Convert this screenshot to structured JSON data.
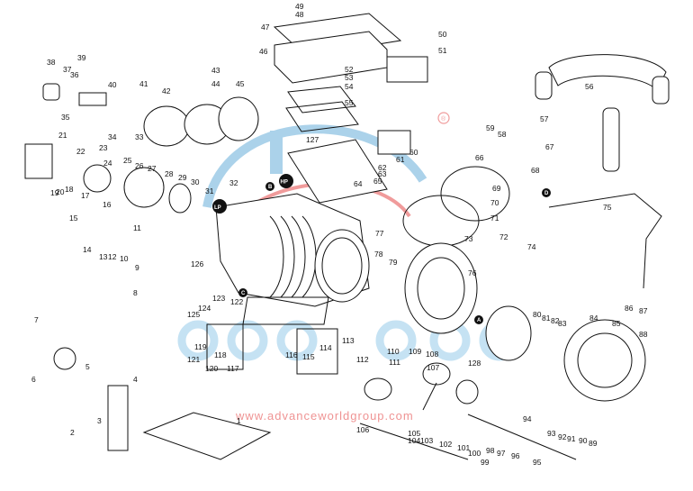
{
  "diagram": {
    "watermark_url": "www.advanceworldgroup.com",
    "tags": {
      "lp": "LP",
      "hp": "HP",
      "a": "A",
      "b": "B",
      "c": "C",
      "d": "D"
    },
    "labels": [
      "49",
      "48",
      "47",
      "46",
      "50",
      "51",
      "52",
      "53",
      "54",
      "55",
      "56",
      "38",
      "39",
      "37",
      "36",
      "35",
      "40",
      "41",
      "42",
      "43",
      "44",
      "45",
      "34",
      "33",
      "57",
      "59",
      "58",
      "67",
      "68",
      "66",
      "69",
      "70",
      "71",
      "72",
      "73",
      "127",
      "60",
      "61",
      "62",
      "63",
      "64",
      "65",
      "21",
      "22",
      "23",
      "24",
      "25",
      "26",
      "27",
      "28",
      "29",
      "30",
      "31",
      "32",
      "19",
      "20",
      "18",
      "17",
      "16",
      "15",
      "14",
      "13",
      "12",
      "11",
      "10",
      "9",
      "75",
      "74",
      "86",
      "87",
      "88",
      "76",
      "77",
      "78",
      "79",
      "80",
      "81",
      "82",
      "83",
      "84",
      "85",
      "126",
      "125",
      "124",
      "123",
      "122",
      "121",
      "120",
      "119",
      "118",
      "117",
      "116",
      "115",
      "114",
      "113",
      "8",
      "7",
      "6",
      "5",
      "4",
      "3",
      "2",
      "1",
      "110",
      "111",
      "112",
      "109",
      "108",
      "107",
      "128",
      "106",
      "105",
      "104",
      "103",
      "102",
      "101",
      "100",
      "99",
      "98",
      "97",
      "96",
      "95",
      "94",
      "93",
      "92",
      "91",
      "90",
      "89"
    ]
  }
}
